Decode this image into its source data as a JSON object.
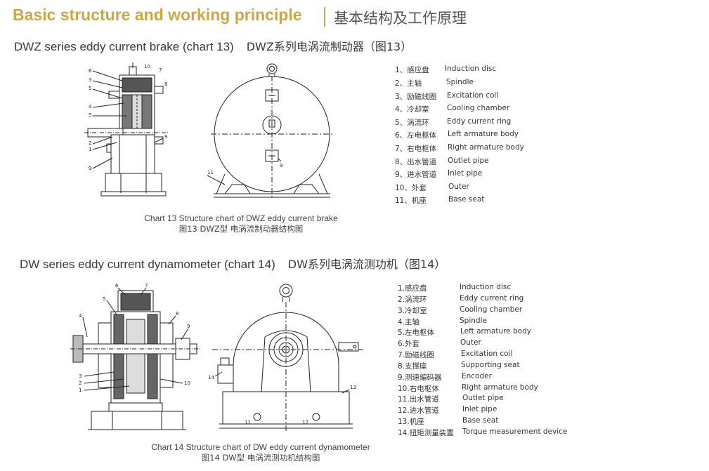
{
  "header": {
    "title_en": "Basic structure and working principle",
    "title_zh": "基本结构及工作原理"
  },
  "section1": {
    "heading_en": "DWZ series eddy current brake (chart 13)",
    "heading_zh": "DWZ系列电涡流制动器（图13）",
    "caption_en": "Chart 13  Structure chart of DWZ eddy current brake",
    "caption_zh": "图13 DWZ型 电涡流制动器结构图",
    "legend": [
      {
        "zh": "1、感应盘",
        "en": "Induction disc"
      },
      {
        "zh": "2、主轴",
        "en": "Spindle"
      },
      {
        "zh": "3、励磁线圈",
        "en": "Excitation coil"
      },
      {
        "zh": "4、冷却室",
        "en": "Cooling chamber"
      },
      {
        "zh": "5、涡流环",
        "en": "Eddy current ring"
      },
      {
        "zh": "6、左电枢体",
        "en": "Left armature body"
      },
      {
        "zh": "7、右电枢体",
        "en": "Right armature body"
      },
      {
        "zh": "8、出水管道",
        "en": "Outlet pipe"
      },
      {
        "zh": "9、进水管道",
        "en": "Inlet pipe"
      },
      {
        "zh": "10、外套",
        "en": "Outer"
      },
      {
        "zh": "11、机座",
        "en": "Base seat"
      }
    ],
    "callouts_left": [
      "6",
      "3",
      "5",
      "4",
      "5",
      "2",
      "1",
      "9",
      "10",
      "7",
      "8",
      "9"
    ],
    "callouts_right": [
      "9",
      "11"
    ]
  },
  "section2": {
    "heading_en": "DW series eddy current dynamometer (chart 14)",
    "heading_zh": "DW系列电涡流测功机（图14）",
    "caption_en": "Chart 14  Structure chart of DW eddy current dynamometer",
    "caption_zh": "图14 DW型 电涡流测功机结构图",
    "legend": [
      {
        "zh": "1.感应盘",
        "en": "Induction disc"
      },
      {
        "zh": "2.涡流环",
        "en": "Eddy current ring"
      },
      {
        "zh": "3.冷却室",
        "en": "Cooling chamber"
      },
      {
        "zh": "4.主轴",
        "en": "Spindle"
      },
      {
        "zh": "5.左电枢体",
        "en": "Left armature body"
      },
      {
        "zh": "6.外套",
        "en": "Outer"
      },
      {
        "zh": "7.励磁线圈",
        "en": "Excitation coil"
      },
      {
        "zh": "8.支撑座",
        "en": "Supporting seat"
      },
      {
        "zh": "9.测速编码器",
        "en": "Encoder"
      },
      {
        "zh": "10.右电枢体",
        "en": "Right armature body"
      },
      {
        "zh": "11.出水管道",
        "en": "Outlet pipe"
      },
      {
        "zh": "12.进水管道",
        "en": "Inlet pipe"
      },
      {
        "zh": "13.机座",
        "en": "Base seat"
      },
      {
        "zh": "14.扭矩测量装置",
        "en": "Torque measurement device"
      }
    ],
    "callouts_left": [
      "6",
      "7",
      "5",
      "4",
      "8",
      "9",
      "3",
      "2",
      "1",
      "10"
    ],
    "callouts_right": [
      "14",
      "13",
      "11",
      "12"
    ]
  }
}
